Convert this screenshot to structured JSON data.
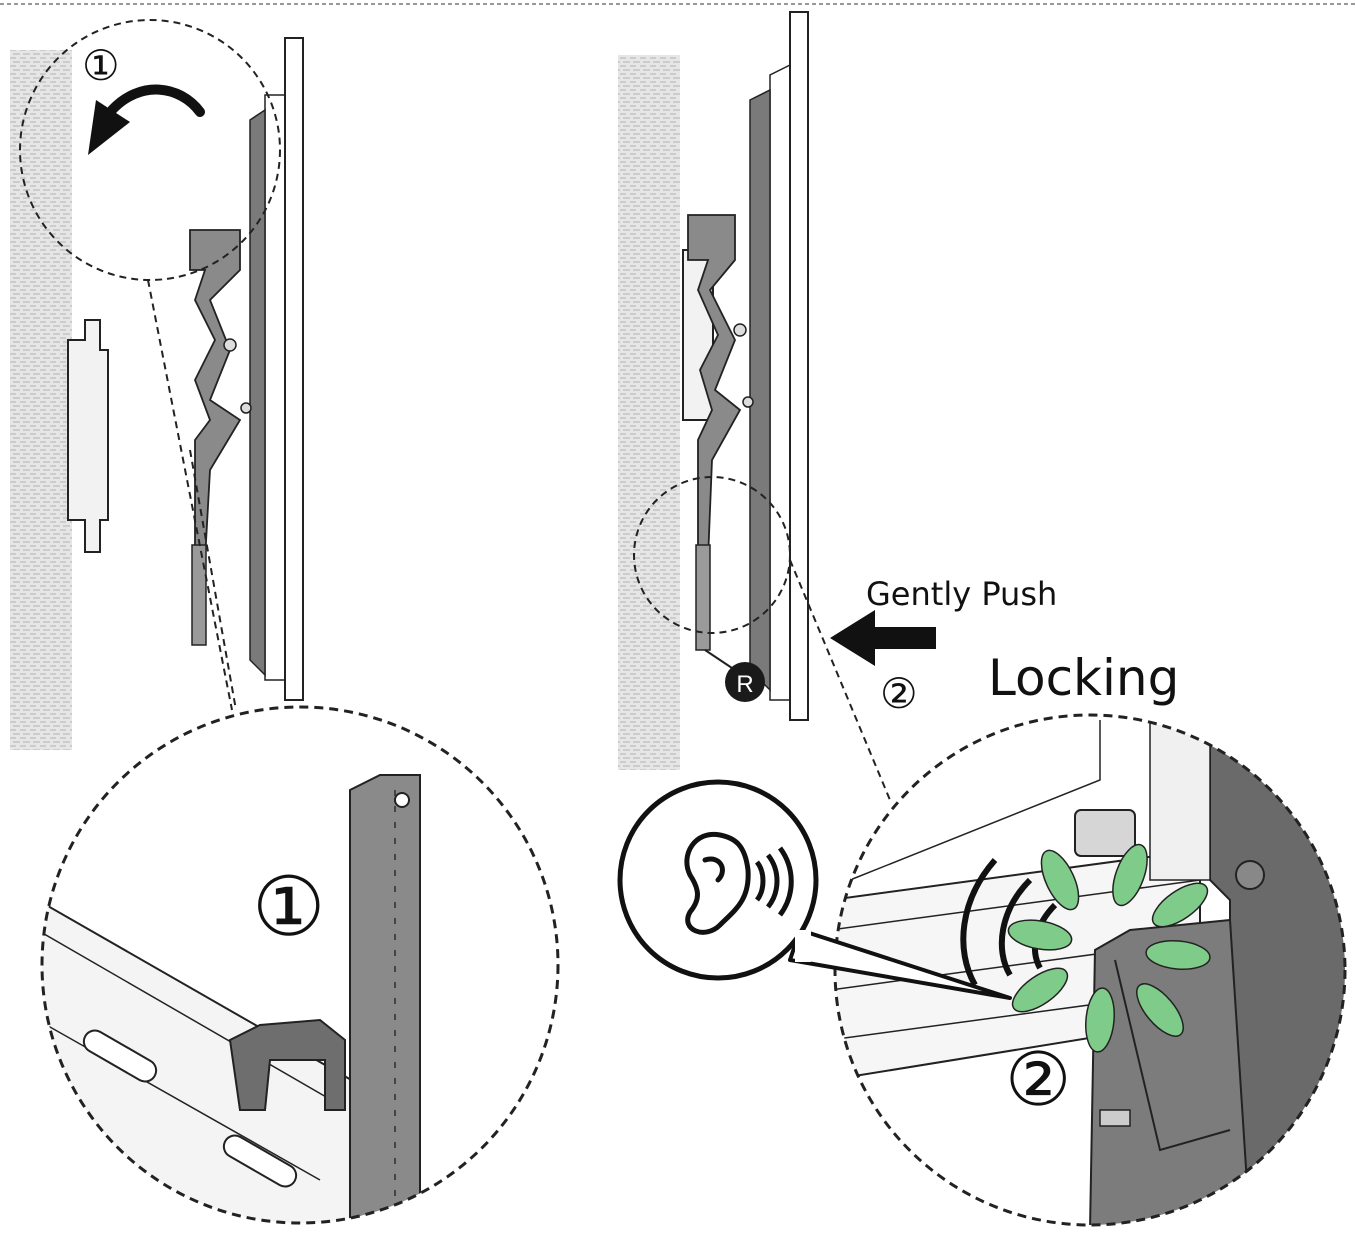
{
  "instructions": {
    "step1_marker": "①",
    "step2_marker": "②",
    "push_label": "Gently Push",
    "locking_label": "Locking",
    "callout_letter": "R"
  },
  "colors": {
    "ink": "#111111",
    "bracket_gray": "#8a8a8a",
    "dark_gray": "#5e5e5e",
    "light_gray": "#d6d6d6",
    "wall_texture": "#cfcfcf",
    "click_green": "#7fcc8a"
  },
  "icons": {
    "rotate_arrow": "curved-arrow-icon",
    "push_arrow": "arrow-left-icon",
    "listen": "ear-icon",
    "click_burst": "click-burst-icon"
  }
}
